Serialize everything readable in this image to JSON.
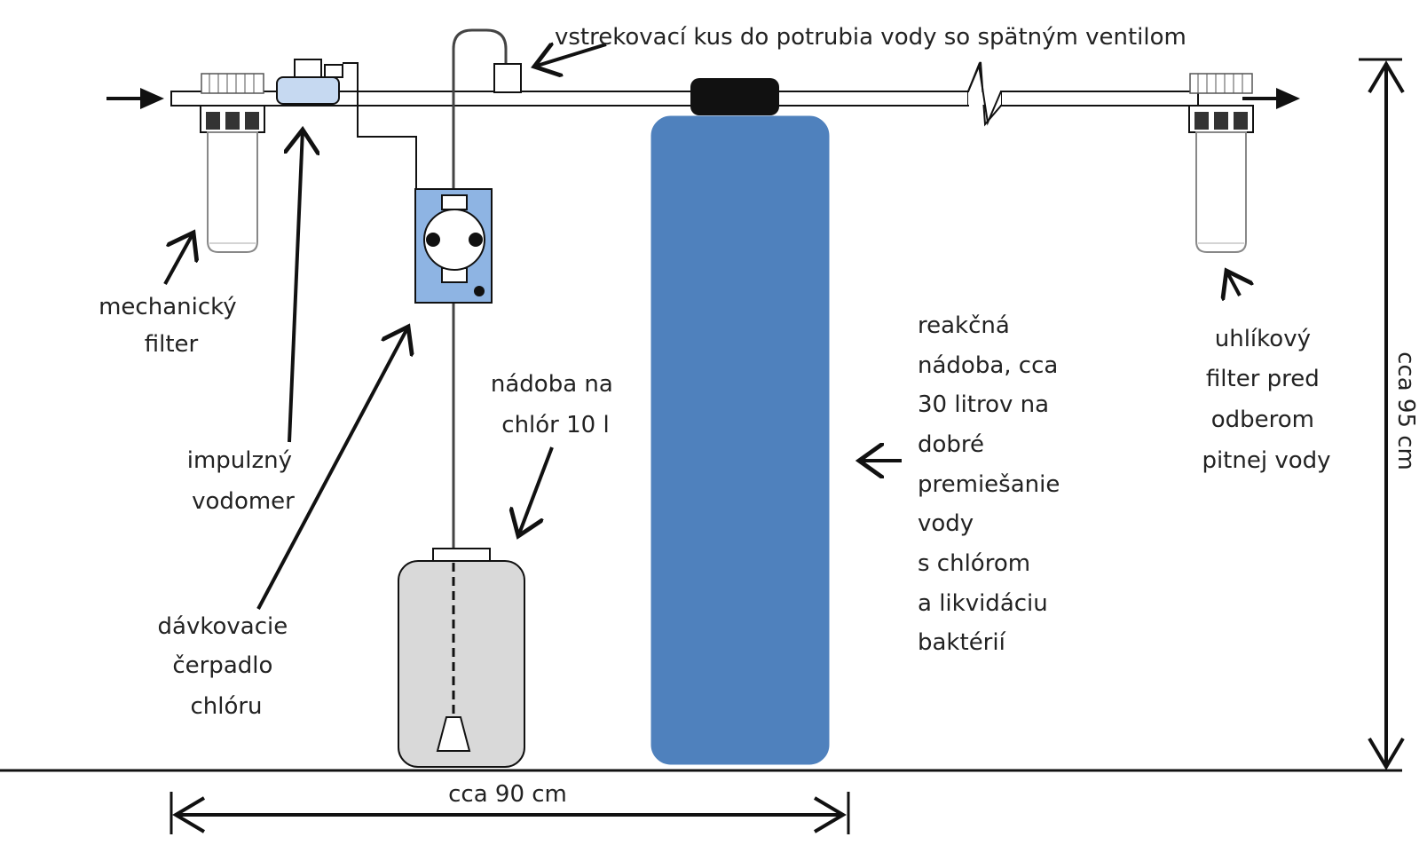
{
  "labels": {
    "injector": "vstrekovací kus do potrubia vody so spätným ventilom",
    "mechanical_filter": [
      "mechanický",
      "filter"
    ],
    "water_meter": [
      "impulzný",
      "vodomer"
    ],
    "dosing_pump": [
      "dávkovacie",
      "čerpadlo",
      "chlóru"
    ],
    "chlorine_tank": [
      "nádoba na",
      "chlór 10 l"
    ],
    "reaction_vessel": [
      "reakčná",
      "nádoba, cca",
      "30 litrov na",
      "dobré",
      "premiešanie",
      "vody",
      "s chlórom",
      "a likvidáciu",
      "baktérií"
    ],
    "carbon_filter": [
      "uhlíkový",
      "filter pred",
      "odberom",
      "pitnej vody"
    ],
    "width_dimension": "cca 90 cm",
    "height_dimension": "cca 95 cm"
  },
  "colors": {
    "vessel": "#4f81bd",
    "pump_panel": "#8eb4e3",
    "water_meter": "#c6d9f1",
    "tank": "#d9d9d9",
    "line": "#111111"
  }
}
